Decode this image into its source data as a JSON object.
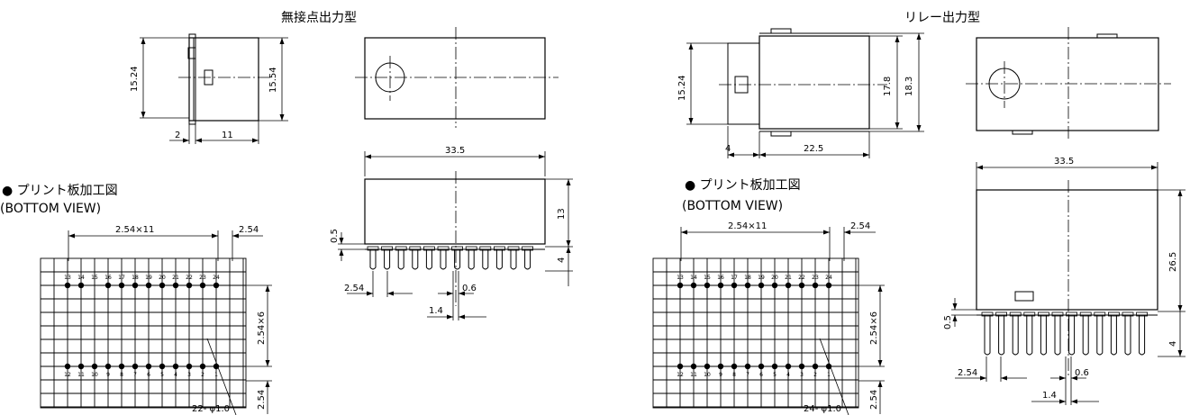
{
  "left": {
    "title": "無接点出力型",
    "side": {
      "height_dim": "15.24",
      "height_dim2": "15.54",
      "pin_dim": "2",
      "width_dim": "11"
    },
    "bottom": {
      "width_dim": "33.5",
      "height_dim": "13",
      "pin_len_dim": "4",
      "standoff_dim": "0.5",
      "pitch_dim": "2.54",
      "pin_w_dim": "0.6",
      "pin_t_dim": "1.4"
    },
    "pcb": {
      "heading": "● プリント板加工図",
      "subheading": "(BOTTOM VIEW)",
      "span_dim": "2.54×11",
      "pitch_dim": "2.54",
      "row_dim": "2.54×6",
      "edge_dim": "2.54",
      "hole_note": "22- φ1.0",
      "top_pins": [
        "13",
        "14",
        "15",
        "16",
        "17",
        "18",
        "19",
        "20",
        "21",
        "22",
        "23",
        "24"
      ],
      "bottom_pins": [
        "12",
        "11",
        "10",
        "9",
        "8",
        "7",
        "6",
        "5",
        "4",
        "3",
        "2",
        "1"
      ],
      "top_holes": [
        true,
        true,
        false,
        true,
        true,
        true,
        true,
        true,
        true,
        true,
        true,
        true
      ],
      "bottom_holes": [
        true,
        true,
        true,
        true,
        true,
        true,
        true,
        true,
        true,
        true,
        true,
        true
      ]
    }
  },
  "right": {
    "title": "リレー出力型",
    "side": {
      "height_dim": "15.24",
      "height_dim2": "17.8",
      "height_dim3": "18.3",
      "pin_dim": "4",
      "width_dim": "22.5"
    },
    "bottom": {
      "width_dim": "33.5",
      "height_dim": "26.5",
      "pin_len_dim": "4",
      "standoff_dim": "0.5",
      "pitch_dim": "2.54",
      "pin_w_dim": "0.6",
      "pin_t_dim": "1.4"
    },
    "pcb": {
      "heading": "● プリント板加工図",
      "subheading": "(BOTTOM VIEW)",
      "span_dim": "2.54×11",
      "pitch_dim": "2.54",
      "row_dim": "2.54×6",
      "edge_dim": "2.54",
      "hole_note": "24- φ1.0",
      "top_pins": [
        "13",
        "14",
        "15",
        "16",
        "17",
        "18",
        "19",
        "20",
        "21",
        "22",
        "23",
        "24"
      ],
      "bottom_pins": [
        "12",
        "11",
        "10",
        "9",
        "8",
        "7",
        "6",
        "5",
        "4",
        "3",
        "2",
        "1"
      ],
      "top_holes": [
        true,
        true,
        true,
        true,
        true,
        true,
        true,
        true,
        true,
        true,
        true,
        true
      ],
      "bottom_holes": [
        true,
        true,
        true,
        true,
        true,
        true,
        true,
        true,
        true,
        true,
        true,
        true
      ]
    }
  }
}
